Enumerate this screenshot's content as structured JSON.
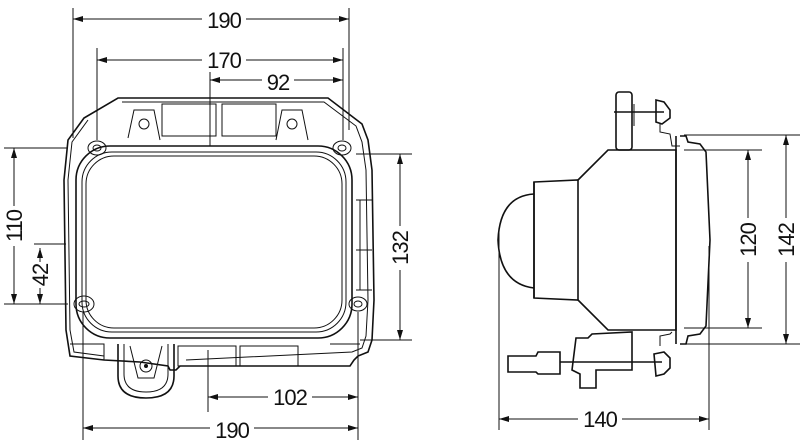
{
  "drawing": {
    "subject": "Headlamp dimensional drawing",
    "front_view": {
      "dimensions": {
        "top_overall_width": "190",
        "mounting_width": "170",
        "offset_right": "92",
        "left_height": "110",
        "left_lower_offset": "42",
        "right_height": "132",
        "bottom_offset": "102",
        "bottom_overall_width": "190"
      }
    },
    "side_view": {
      "dimensions": {
        "depth": "140",
        "lens_height": "120",
        "overall_height": "142"
      }
    },
    "colors": {
      "line": "#111111",
      "background": "#ffffff"
    }
  }
}
